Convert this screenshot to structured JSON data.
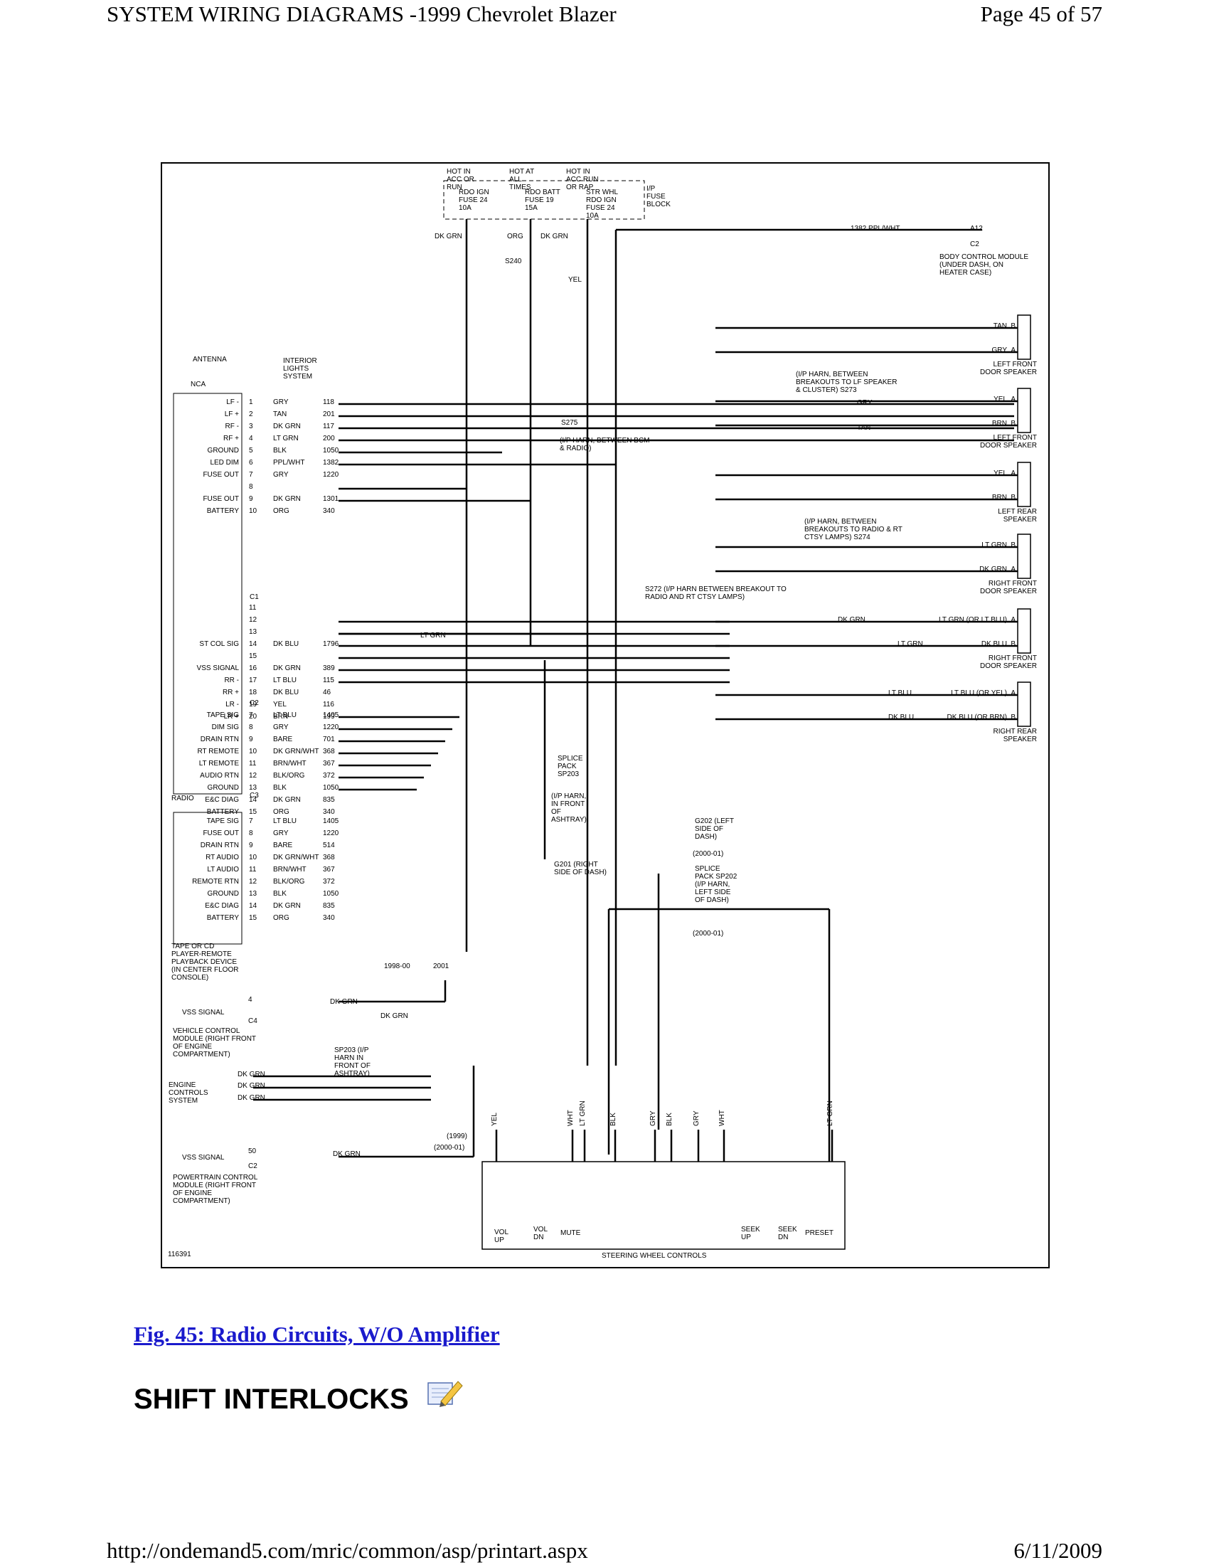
{
  "header": {
    "title": "SYSTEM WIRING DIAGRAMS -1999 Chevrolet Blazer",
    "page": "Page 45 of 57"
  },
  "footer": {
    "url": "http://ondemand5.com/mric/common/asp/printart.aspx",
    "date": "6/11/2009"
  },
  "diagram": {
    "fuse_block": {
      "hot_labels": [
        "HOT IN ACC OR RUN",
        "HOT AT ALL TIMES",
        "HOT IN ACC RUN OR RAP"
      ],
      "fuses": [
        "RDO IGN FUSE 24 10A",
        "RDO BATT FUSE 19 15A",
        "STR WHL RDO IGN FUSE 24 10A"
      ],
      "block_label": "I/P FUSE BLOCK",
      "wire_labels": [
        "DK GRN",
        "ORG",
        "DK GRN",
        "YEL"
      ],
      "splice": "S240"
    },
    "bcm": {
      "label": "BODY CONTROL MODULE (UNDER DASH, ON HEATER CASE)",
      "wire": "1382 PPL/WHT",
      "pin": "A12",
      "connector": "C2"
    },
    "antenna": "ANTENNA",
    "nca": "NCA",
    "interior_lights": "INTERIOR LIGHTS SYSTEM",
    "radio_label": "RADIO",
    "radio_c1_pins": [
      {
        "name": "LF -",
        "pin": "1",
        "color": "GRY",
        "circuit": "118"
      },
      {
        "name": "LF +",
        "pin": "2",
        "color": "TAN",
        "circuit": "201"
      },
      {
        "name": "RF -",
        "pin": "3",
        "color": "DK GRN",
        "circuit": "117"
      },
      {
        "name": "RF +",
        "pin": "4",
        "color": "LT GRN",
        "circuit": "200"
      },
      {
        "name": "GROUND",
        "pin": "5",
        "color": "BLK",
        "circuit": "1050"
      },
      {
        "name": "LED DIM",
        "pin": "6",
        "color": "PPL/WHT",
        "circuit": "1382"
      },
      {
        "name": "FUSE OUT",
        "pin": "7",
        "color": "GRY",
        "circuit": "1220"
      },
      {
        "name": "",
        "pin": "8",
        "color": "",
        "circuit": ""
      },
      {
        "name": "FUSE OUT",
        "pin": "9",
        "color": "DK GRN",
        "circuit": "1301"
      },
      {
        "name": "BATTERY",
        "pin": "10",
        "color": "ORG",
        "circuit": "340"
      }
    ],
    "radio_c1_label": "C1",
    "radio_c2_pins": [
      {
        "name": "",
        "pin": "11",
        "color": "",
        "circuit": ""
      },
      {
        "name": "",
        "pin": "12",
        "color": "",
        "circuit": ""
      },
      {
        "name": "",
        "pin": "13",
        "color": "",
        "circuit": ""
      },
      {
        "name": "ST COL SIG",
        "pin": "14",
        "color": "DK BLU",
        "circuit": "1796"
      },
      {
        "name": "",
        "pin": "15",
        "color": "",
        "circuit": ""
      },
      {
        "name": "VSS SIGNAL",
        "pin": "16",
        "color": "DK GRN",
        "circuit": "389"
      },
      {
        "name": "RR -",
        "pin": "17",
        "color": "LT BLU",
        "circuit": "115"
      },
      {
        "name": "RR +",
        "pin": "18",
        "color": "DK BLU",
        "circuit": "46"
      },
      {
        "name": "LR -",
        "pin": "19",
        "color": "YEL",
        "circuit": "116"
      },
      {
        "name": "LR +",
        "pin": "20",
        "color": "BRN",
        "circuit": "199"
      }
    ],
    "radio_c2_label": "C2",
    "radio_c3_pins": [
      {
        "name": "TAPE SIG",
        "pin": "7",
        "color": "LT BLU",
        "circuit": "1405"
      },
      {
        "name": "DIM SIG",
        "pin": "8",
        "color": "GRY",
        "circuit": "1220"
      },
      {
        "name": "DRAIN RTN",
        "pin": "9",
        "color": "BARE",
        "circuit": "701"
      },
      {
        "name": "RT REMOTE",
        "pin": "10",
        "color": "DK GRN/WHT",
        "circuit": "368"
      },
      {
        "name": "LT REMOTE",
        "pin": "11",
        "color": "BRN/WHT",
        "circuit": "367"
      },
      {
        "name": "AUDIO RTN",
        "pin": "12",
        "color": "BLK/ORG",
        "circuit": "372"
      },
      {
        "name": "GROUND",
        "pin": "13",
        "color": "BLK",
        "circuit": "1050"
      },
      {
        "name": "E&C DIAG",
        "pin": "14",
        "color": "DK GRN",
        "circuit": "835"
      },
      {
        "name": "BATTERY",
        "pin": "15",
        "color": "ORG",
        "circuit": "340"
      }
    ],
    "radio_c3_label": "C3",
    "tape_pins": [
      {
        "name": "TAPE SIG",
        "pin": "7",
        "color": "LT BLU",
        "circuit": "1405"
      },
      {
        "name": "FUSE OUT",
        "pin": "8",
        "color": "GRY",
        "circuit": "1220"
      },
      {
        "name": "DRAIN RTN",
        "pin": "9",
        "color": "BARE",
        "circuit": "514"
      },
      {
        "name": "RT AUDIO",
        "pin": "10",
        "color": "DK GRN/WHT",
        "circuit": "368"
      },
      {
        "name": "LT AUDIO",
        "pin": "11",
        "color": "BRN/WHT",
        "circuit": "367"
      },
      {
        "name": "REMOTE RTN",
        "pin": "12",
        "color": "BLK/ORG",
        "circuit": "372"
      },
      {
        "name": "GROUND",
        "pin": "13",
        "color": "BLK",
        "circuit": "1050"
      },
      {
        "name": "E&C DIAG",
        "pin": "14",
        "color": "DK GRN",
        "circuit": "835"
      },
      {
        "name": "BATTERY",
        "pin": "15",
        "color": "ORG",
        "circuit": "340"
      }
    ],
    "tape_label": "TAPE OR CD PLAYER-REMOTE PLAYBACK DEVICE (IN CENTER FLOOR CONSOLE)",
    "st_col_wire": "LT GRN",
    "speakers": [
      {
        "label": "LEFT FRONT DOOR SPEAKER",
        "wires": [
          "TAN",
          "GRY"
        ],
        "pins": [
          "B",
          "A"
        ]
      },
      {
        "label": "LEFT FRONT DOOR SPEAKER",
        "wires": [
          "YEL",
          "BRN"
        ],
        "pins": [
          "A",
          "B"
        ]
      },
      {
        "label": "LEFT REAR SPEAKER",
        "wires": [
          "YEL",
          "BRN"
        ],
        "pins": [
          "A",
          "B"
        ]
      },
      {
        "label": "RIGHT FRONT DOOR SPEAKER",
        "wires": [
          "LT GRN",
          "DK GRN"
        ],
        "pins": [
          "B",
          "A"
        ]
      },
      {
        "label": "RIGHT FRONT DOOR SPEAKER",
        "wires": [
          "LT GRN (OR LT BLU)",
          "DK BLU"
        ],
        "pins": [
          "A",
          "B"
        ]
      },
      {
        "label": "RIGHT REAR SPEAKER",
        "wires": [
          "LT BLU (OR YEL)",
          "DK BLU (OR BRN)"
        ],
        "pins": [
          "A",
          "B"
        ]
      }
    ],
    "splices": {
      "s273": "(I/P HARN, BETWEEN BREAKOUTS TO LF SPEAKER & CLUSTER) S273",
      "s275": "S275",
      "s275_note": "(I/P HARN, BETWEEN BCM & RADIO)",
      "s274": "(I/P HARN, BETWEEN BREAKOUTS TO RADIO & RT CTSY LAMPS) S274",
      "s272": "S272 (I/P HARN BETWEEN BREAKOUT TO RADIO AND RT CTSY LAMPS)"
    },
    "mid_wires": [
      "GRY",
      "TAN",
      "DK GRN",
      "LT GRN",
      "LT BLU",
      "DK BLU"
    ],
    "sp203": "SPLICE PACK SP203",
    "sp203_note": "(I/P HARN, IN FRONT OF ASHTRAY)",
    "g201": "G201 (RIGHT SIDE OF DASH)",
    "g202": "G202 (LEFT SIDE OF DASH)",
    "sp202": "SPLICE PACK SP202 (I/P HARN, LEFT SIDE OF DASH)",
    "year_2000_01": "(2000-01)",
    "blk": "BLK",
    "vcm": {
      "pin": "4",
      "signal": "VSS SIGNAL",
      "conn": "C4",
      "label": "VEHICLE CONTROL MODULE (RIGHT FRONT OF ENGINE COMPARTMENT)"
    },
    "years": [
      "1998-00",
      "2001"
    ],
    "vss_wires": [
      "DK GRN",
      "DK GRN"
    ],
    "sp203b": "SP203 (I/P HARN IN FRONT OF ASHTRAY)",
    "engine_controls": "ENGINE CONTROLS SYSTEM",
    "ecm_wires": [
      "DK GRN",
      "DK GRN",
      "DK GRN"
    ],
    "pcm": {
      "pin": "50",
      "signal": "VSS SIGNAL",
      "conn": "C2",
      "wire": "DK GRN",
      "label": "POWERTRAIN CONTROL MODULE (RIGHT FRONT OF ENGINE COMPARTMENT)"
    },
    "swc": {
      "label": "STEERING WHEEL CONTROLS",
      "wire_colors": [
        "YEL",
        "WHT",
        "LT GRN",
        "BLK",
        "GRY",
        "BLK",
        "GRY",
        "WHT",
        "LT GRN"
      ],
      "years": [
        "(1999)",
        "(2000-01)"
      ],
      "buttons": [
        "VOL UP",
        "VOL DN",
        "MUTE",
        "SEEK UP",
        "SEEK DN",
        "PRESET"
      ]
    },
    "diagram_id": "116391"
  },
  "caption": "Fig. 45: Radio Circuits, W/O Amplifier",
  "section_title": "SHIFT INTERLOCKS"
}
